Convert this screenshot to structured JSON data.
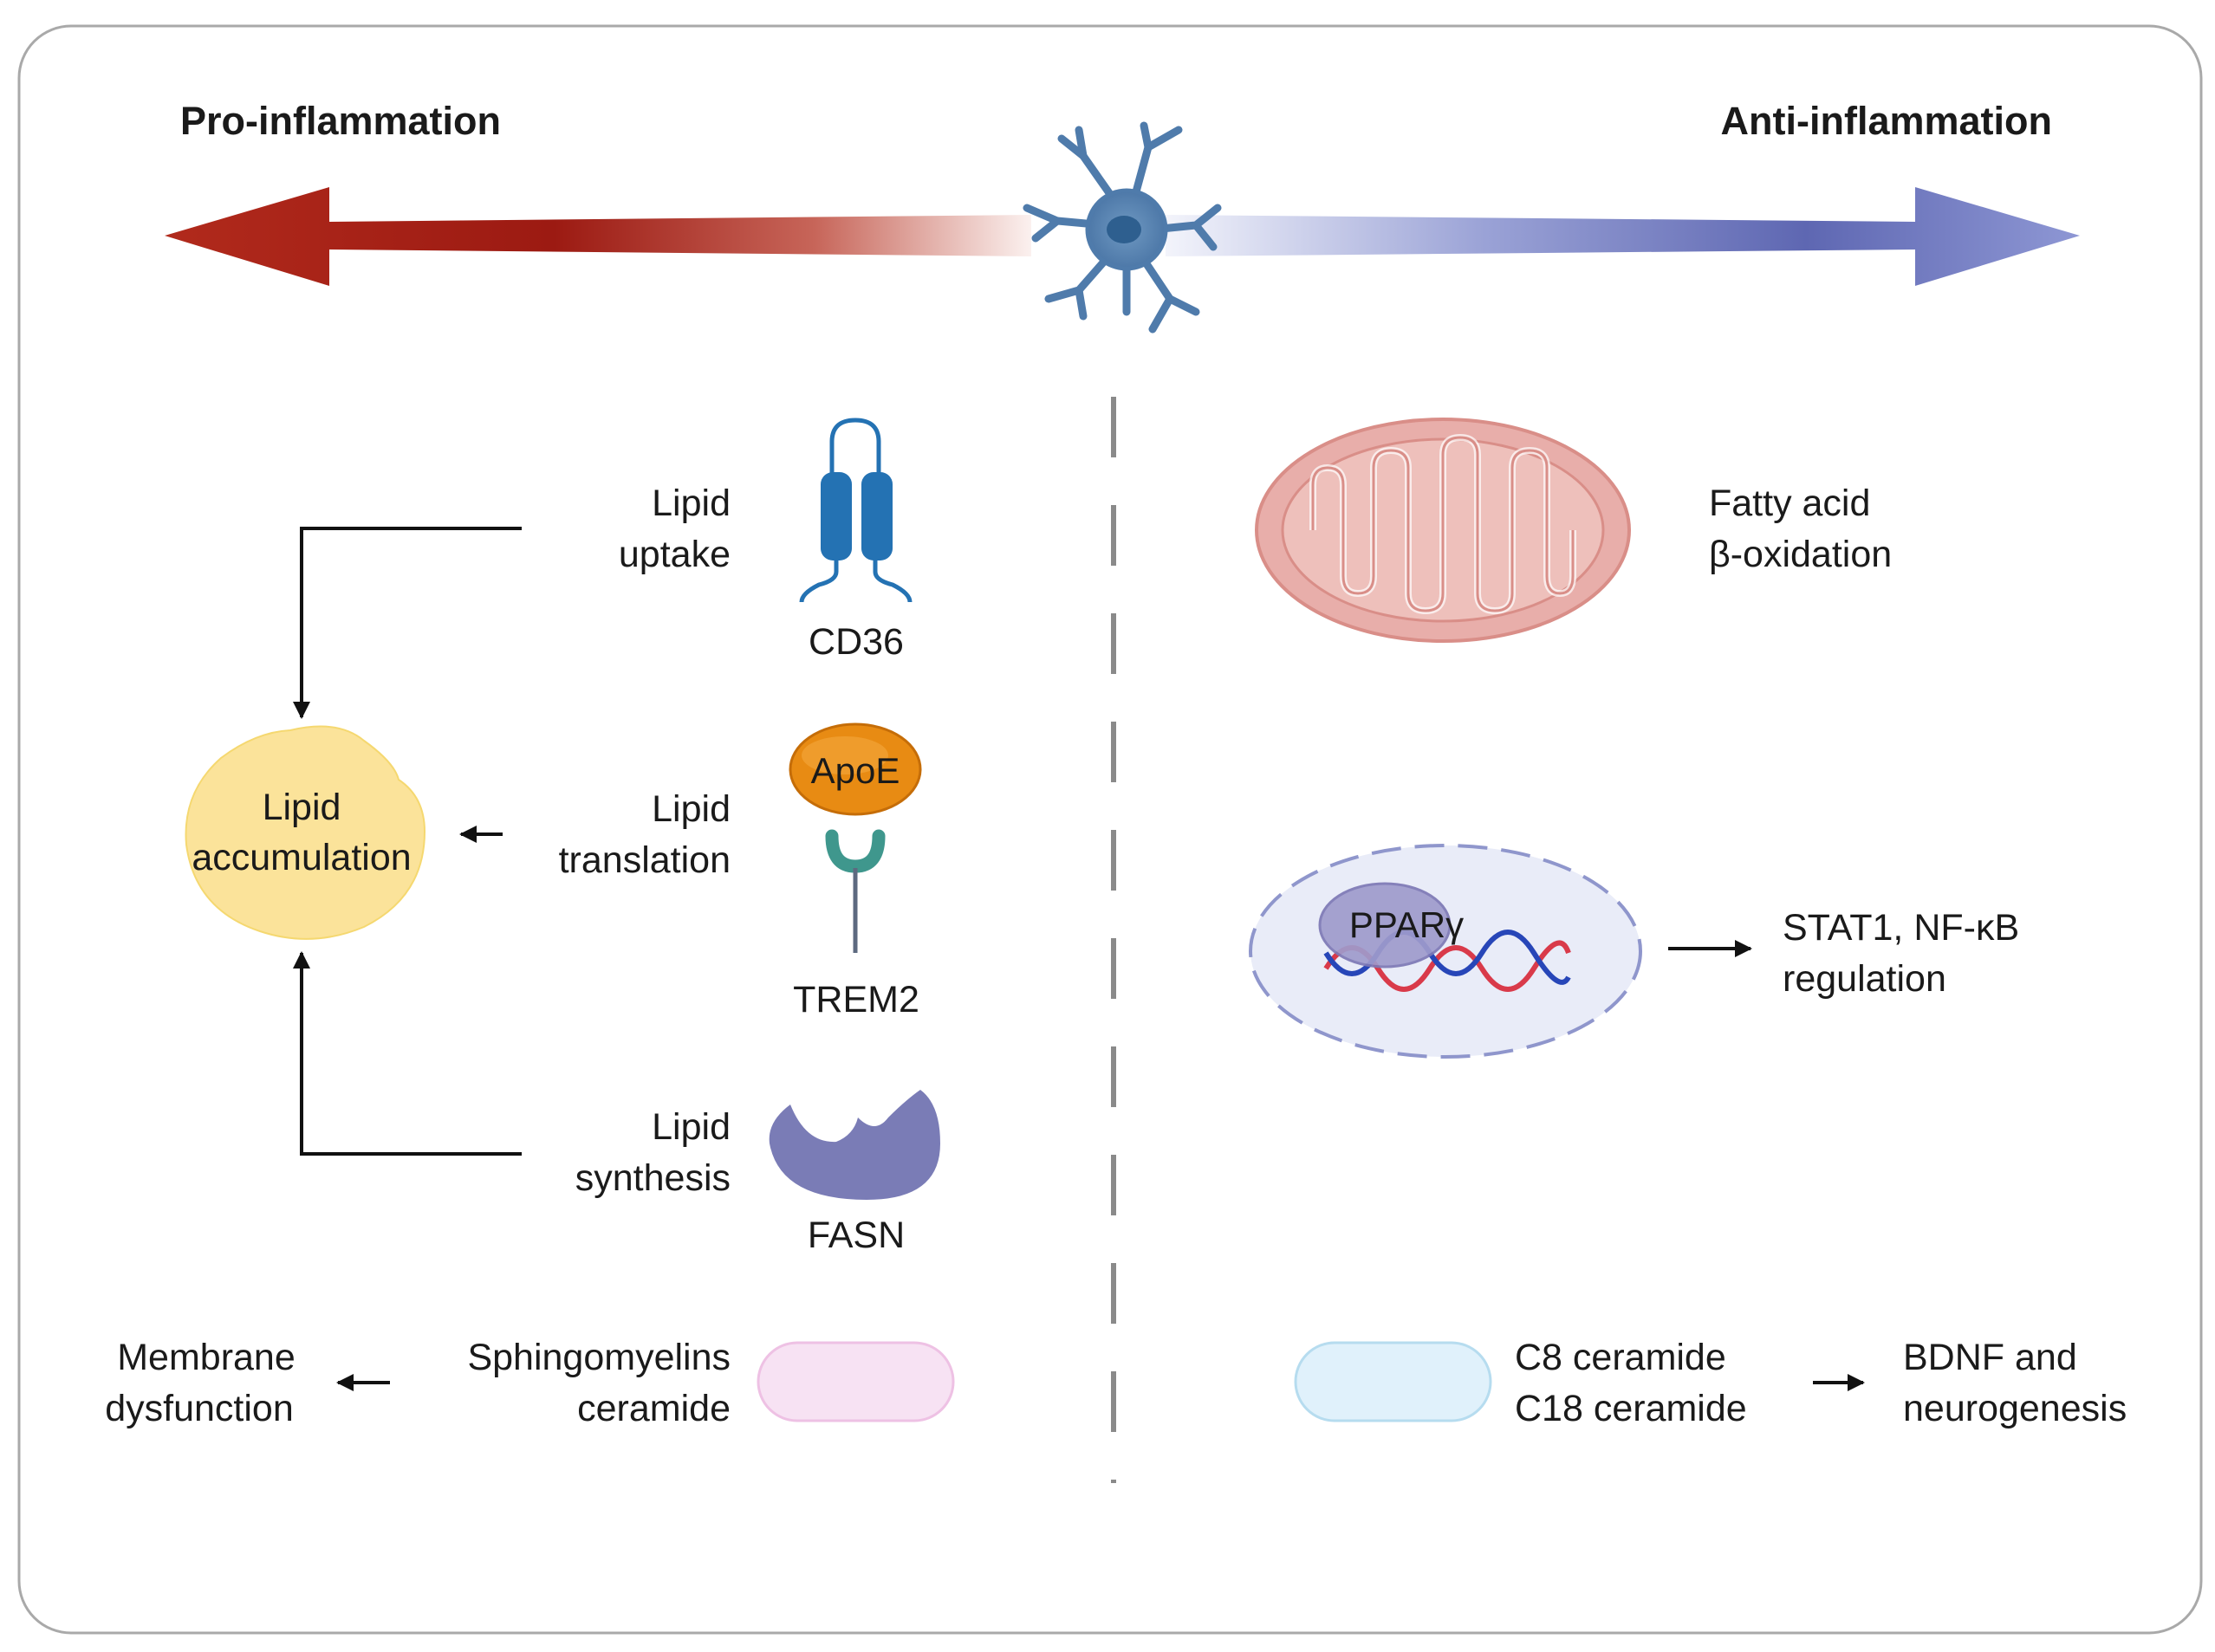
{
  "header": {
    "left": "Pro-inflammation",
    "right": "Anti-inflammation"
  },
  "left": {
    "uptake": [
      "Lipid",
      "uptake"
    ],
    "cd36": "CD36",
    "translation": [
      "Lipid",
      "translation"
    ],
    "apoe": "ApoE",
    "trem2": "TREM2",
    "synthesis": [
      "Lipid",
      "synthesis"
    ],
    "fasn": "FASN",
    "accumulation": [
      "Lipid",
      "accumulation"
    ],
    "sphingo": [
      "Sphingomyelins",
      "ceramide"
    ],
    "membrane": [
      "Membrane",
      "dysfunction"
    ]
  },
  "right": {
    "fatty": [
      "Fatty acid",
      "β-oxidation"
    ],
    "ppar": "PPARγ",
    "stat": [
      "STAT1, NF-κB",
      "regulation"
    ],
    "ceramide": [
      "C8 ceramide",
      "C18 ceramide"
    ],
    "bdnf": [
      "BDNF and",
      "neurogenesis"
    ]
  },
  "colors": {
    "pro": "#a01c12",
    "anti": "#7d86c8",
    "lipid_droplet": "#fbe39a",
    "cd36": "#2472b3",
    "apoe": "#e88b13",
    "trem2": "#3f978d",
    "fasn": "#7a7cb6",
    "mitochondrion": "#e8aeaa",
    "nucleus": "#e9ecf8",
    "sphingo_pill": "#f7e2f3",
    "ceramide_pill": "#e0f1fb"
  }
}
